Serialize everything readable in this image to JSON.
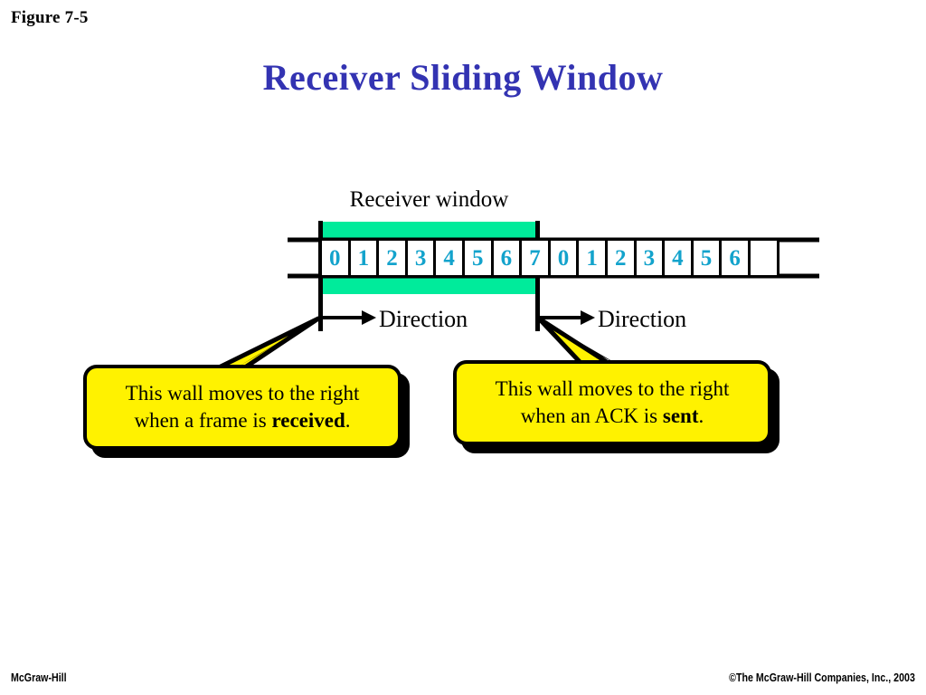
{
  "figure": {
    "label": "Figure 7-5"
  },
  "title": {
    "text": "Receiver Sliding Window"
  },
  "diagram": {
    "window_label": "Receiver window",
    "frames": [
      {
        "value": "0",
        "in_window": true
      },
      {
        "value": "1",
        "in_window": true
      },
      {
        "value": "2",
        "in_window": true
      },
      {
        "value": "3",
        "in_window": true
      },
      {
        "value": "4",
        "in_window": true
      },
      {
        "value": "5",
        "in_window": true
      },
      {
        "value": "6",
        "in_window": true
      },
      {
        "value": "7",
        "in_window": false
      },
      {
        "value": "0",
        "in_window": false
      },
      {
        "value": "1",
        "in_window": false
      },
      {
        "value": "2",
        "in_window": false
      },
      {
        "value": "3",
        "in_window": false
      },
      {
        "value": "4",
        "in_window": false
      },
      {
        "value": "5",
        "in_window": false
      },
      {
        "value": "6",
        "in_window": false
      },
      {
        "value": "",
        "in_window": false
      }
    ],
    "direction_left": "Direction",
    "direction_right": "Direction",
    "callout_left": {
      "line1": "This wall moves to the right",
      "line2_prefix": "when a frame is ",
      "line2_bold": "received",
      "line2_suffix": "."
    },
    "callout_right": {
      "line1": "This wall moves to the right",
      "line2_prefix": "when an ACK is ",
      "line2_bold": "sent",
      "line2_suffix": "."
    },
    "colors": {
      "window_fill": "#00EB9B",
      "frame_number": "#13A3CC",
      "callout_fill": "#FFF200",
      "title": "#3333B2",
      "outline": "#000000"
    }
  },
  "footer": {
    "left": "McGraw-Hill",
    "right": "©The McGraw-Hill Companies, Inc., 2003"
  }
}
